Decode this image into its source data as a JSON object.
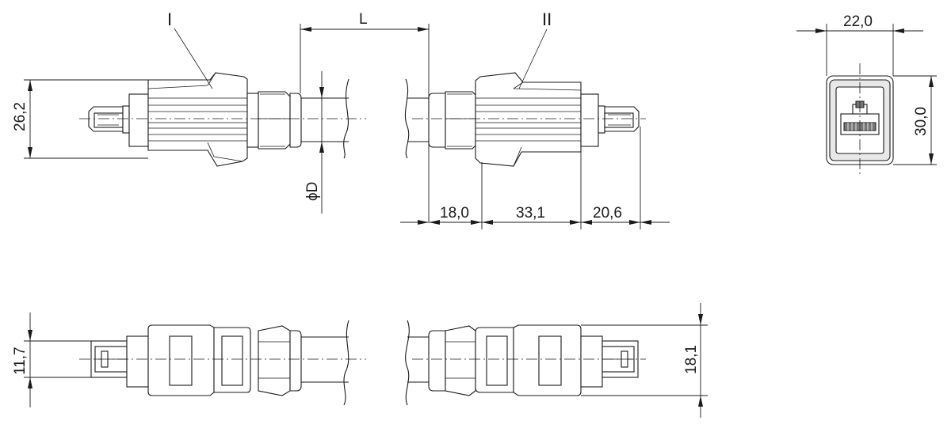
{
  "labels": {
    "connector_1": "I",
    "connector_2": "II",
    "length": "L",
    "diameter": "ϕD"
  },
  "dimensions": {
    "height_left": "26,2",
    "seg_a": "18,0",
    "seg_b": "33,1",
    "seg_c": "20,6",
    "end_width": "22,0",
    "end_height": "30,0",
    "bottom_left_height": "11,7",
    "bottom_right_height": "18,1"
  }
}
